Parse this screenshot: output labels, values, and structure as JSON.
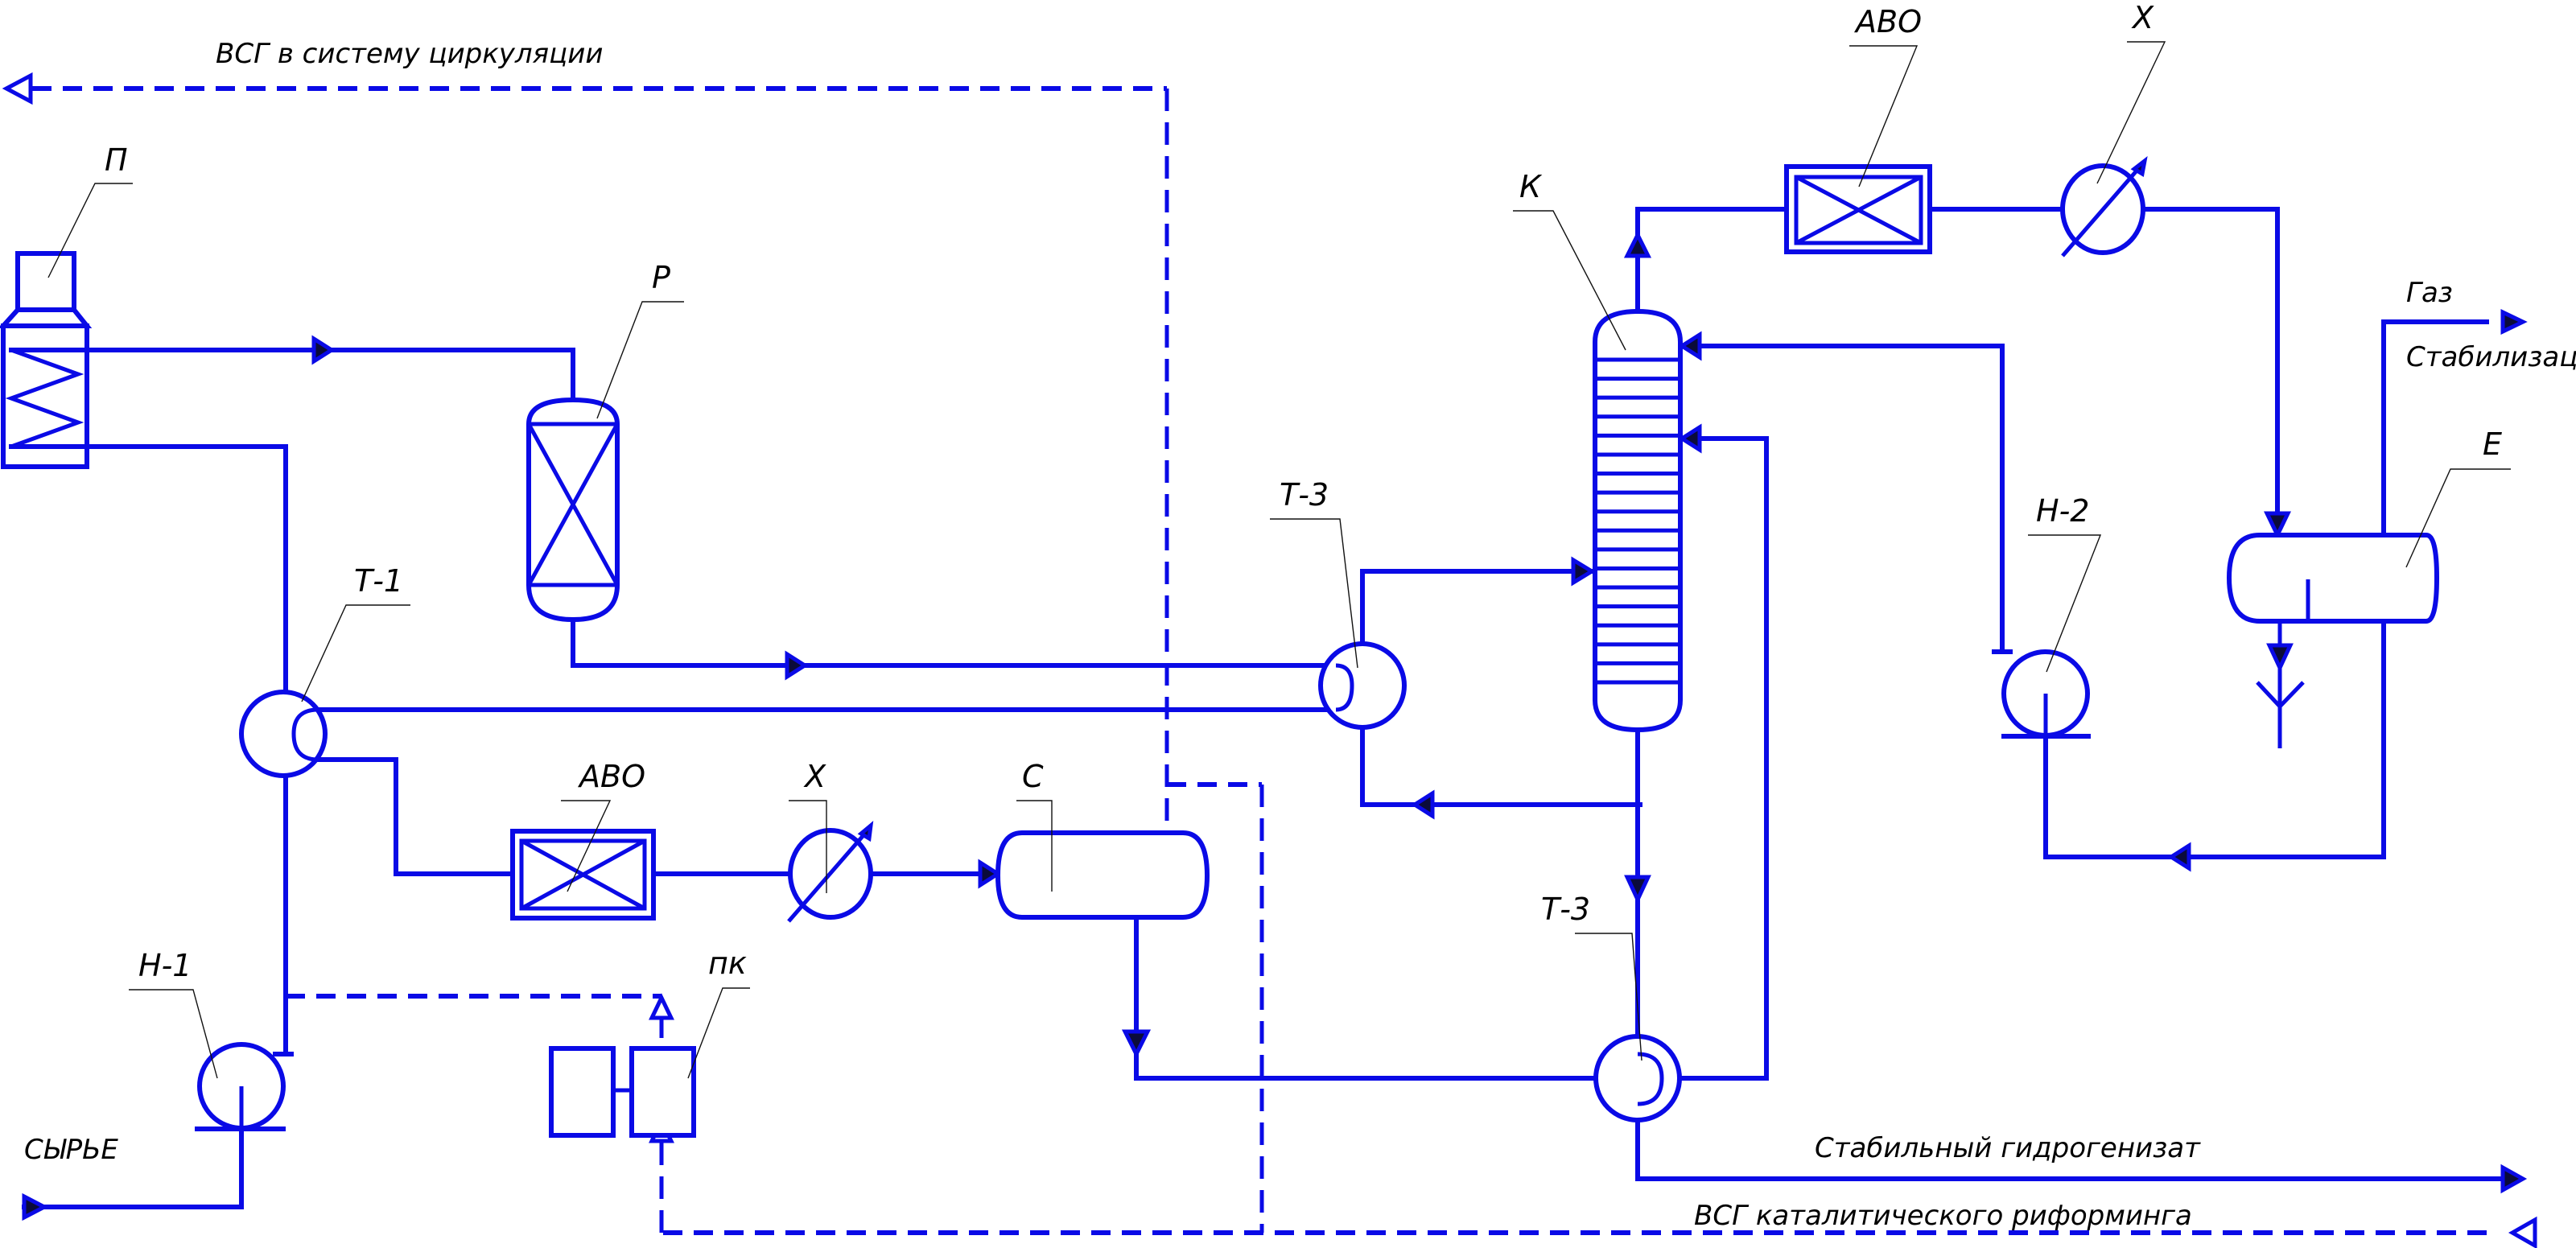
{
  "diagram": {
    "title": "Технологическая схема установки гидроочистки",
    "colors": {
      "line": "#0a0ae6",
      "arrow_fill": "#0b0b3a",
      "text": "#000000",
      "background": "#ffffff"
    },
    "equipment_tags": {
      "furnace": "П",
      "reactor": "Р",
      "heat_exchanger_1": "Т-1",
      "heat_exchanger_3_upper": "Т-3",
      "heat_exchanger_3_lower": "Т-3",
      "air_cooler_1": "АВО",
      "cooler_1": "Х",
      "separator": "С",
      "pump_1": "Н-1",
      "compressor": "пк",
      "column": "К",
      "air_cooler_2": "АВО",
      "cooler_2": "Х",
      "pump_2": "Н-2",
      "reflux_drum": "Е"
    },
    "flow_labels": {
      "recycle_gas": "ВСГ в систему циркуляции",
      "feed": "СЫРЬЕ",
      "gas": "Газ",
      "stabilization": "Стабилизации",
      "product": "Стабильный гидрогенизат",
      "reforming_gas": "ВСГ каталитического риформинга"
    },
    "column_trays": 18
  }
}
